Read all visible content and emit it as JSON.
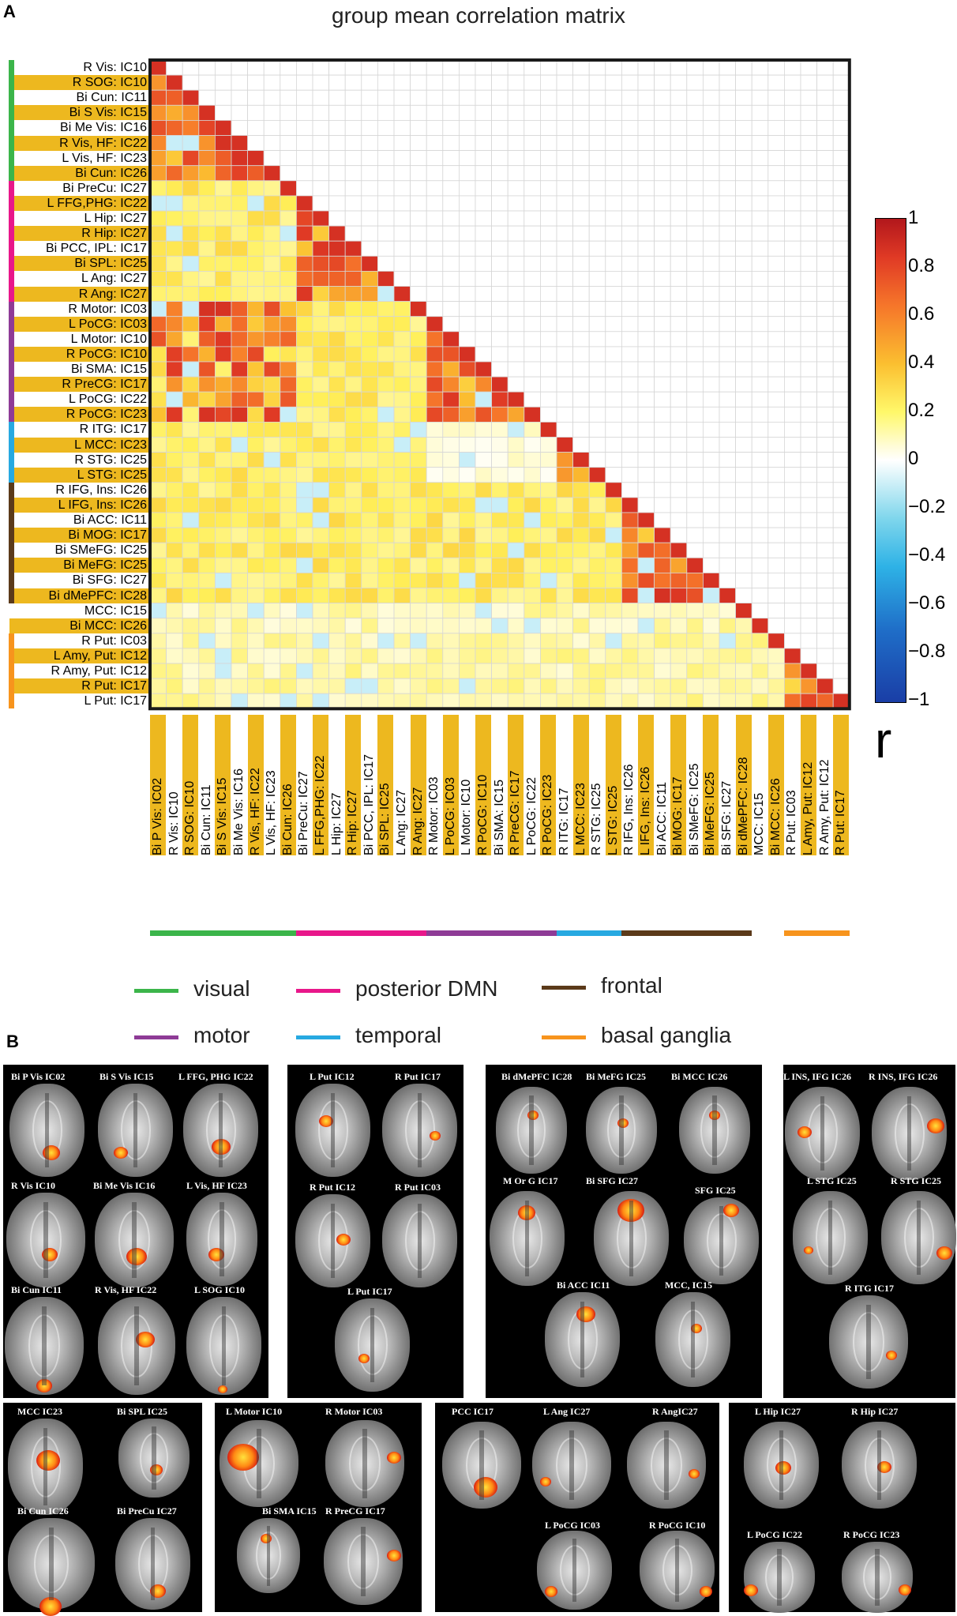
{
  "panel_a": {
    "letter": "A",
    "title": "group mean correlation matrix",
    "row_labels": [
      "R Vis: IC10",
      "R SOG: IC10",
      "Bi Cun: IC11",
      "Bi S Vis: IC15",
      "Bi Me Vis: IC16",
      "R Vis, HF: IC22",
      "L Vis, HF: IC23",
      "Bi Cun: IC26",
      "Bi PreCu: IC27",
      "L FFG,PHG: IC22",
      "L Hip: IC27",
      "R Hip: IC27",
      "Bi PCC, IPL: IC17",
      "Bi SPL: IC25",
      "L Ang: IC27",
      "R Ang: IC27",
      "R Motor: IC03",
      "L PoCG: IC03",
      "L Motor: IC10",
      "R PoCG: IC10",
      "Bi SMA: IC15",
      "R PreCG: IC17",
      "L PoCG: IC22",
      "R PoCG: IC23",
      "R ITG: IC17",
      "L MCC: IC23",
      "R STG: IC25",
      "L STG: IC25",
      "R IFG, Ins: IC26",
      "L IFG, Ins: IC26",
      "Bi ACC: IC11",
      "Bi MOG: IC17",
      "Bi SMeFG: IC25",
      "Bi MeFG: IC25",
      "Bi SFG: IC27",
      "Bi dMePFC: IC28",
      "MCC: IC15",
      "Bi MCC: IC26",
      "R Put: IC03",
      "L Amy, Put: IC12",
      "R Amy, Put: IC12",
      "R Put: IC17",
      "L Put: IC17"
    ],
    "col_labels": [
      "Bi P Vis: IC02",
      "R Vis: IC10",
      "R SOG: IC10",
      "Bi Cun: IC11",
      "Bi S Vis: IC15",
      "Bi Me Vis: IC16",
      "R Vis, HF: IC22",
      "L Vis, HF: IC23",
      "Bi Cun: IC26",
      "Bi PreCu: IC27",
      "L FFG,PHG: IC22",
      "L Hip: IC27",
      "R Hip: IC27",
      "Bi PCC, IPL: IC17",
      "Bi SPL: IC25",
      "L Ang: IC27",
      "R Ang: IC27",
      "R Motor: IC03",
      "L PoCG: IC03",
      "L Motor: IC10",
      "R PoCG: IC10",
      "Bi SMA: IC15",
      "R PreCG: IC17",
      "L PoCG: IC22",
      "R PoCG: IC23",
      "R ITG: IC17",
      "L MCC: IC23",
      "R STG: IC25",
      "L STG: IC25",
      "R IFG, Ins: IC26",
      "L IFG, Ins: IC26",
      "Bi ACC: IC11",
      "Bi MOG: IC17",
      "Bi SMeFG: IC25",
      "Bi MeFG: IC25",
      "Bi SFG: IC27",
      "Bi dMePFC: IC28",
      "MCC: IC15",
      "Bi MCC: IC26",
      "R Put: IC03",
      "L Amy, Put: IC12",
      "R Amy, Put: IC12",
      "R Put: IC17"
    ],
    "groups": [
      {
        "name": "visual",
        "color": "#3bb54a",
        "rows": [
          0,
          7
        ],
        "cols": [
          0,
          8
        ]
      },
      {
        "name": "posterior DMN",
        "color": "#e8178a",
        "rows": [
          8,
          15
        ],
        "cols": [
          9,
          16
        ]
      },
      {
        "name": "motor",
        "color": "#8e3b96",
        "rows": [
          16,
          23
        ],
        "cols": [
          17,
          24
        ]
      },
      {
        "name": "temporal",
        "color": "#27a9e1",
        "rows": [
          24,
          27
        ],
        "cols": [
          25,
          28
        ]
      },
      {
        "name": "frontal",
        "color": "#5b3a1a",
        "rows": [
          28,
          35
        ],
        "cols": [
          29,
          36
        ]
      },
      {
        "name": "basal ganglia",
        "color": "#f7941d",
        "rows": [
          38,
          42
        ],
        "cols": [
          39,
          42
        ]
      }
    ],
    "colorbar": {
      "ticks": [
        "1",
        "0.8",
        "0.6",
        "0.4",
        "0.2",
        "0",
        "−0.2",
        "−0.4",
        "−0.6",
        "−0.8",
        "−1"
      ],
      "label": "r",
      "range": [
        -1,
        1
      ]
    }
  },
  "legend": [
    {
      "label": "visual",
      "color": "#3bb54a"
    },
    {
      "label": "posterior DMN",
      "color": "#e8178a"
    },
    {
      "label": "frontal",
      "color": "#5b3a1a"
    },
    {
      "label": "motor",
      "color": "#8e3b96"
    },
    {
      "label": "temporal",
      "color": "#27a9e1"
    },
    {
      "label": "basal ganglia",
      "color": "#f7941d"
    }
  ],
  "panel_b": {
    "letter": "B",
    "labels": [
      "Bi P Vis IC02",
      "Bi S Vis IC15",
      "L FFG, PHG IC22",
      "R Vis IC10",
      "Bi Me Vis IC16",
      "L Vis, HF IC23",
      "Bi Cun IC11",
      "R Vis, HF IC22",
      "L SOG IC10",
      "L Put IC12",
      "R Put IC17",
      "R Put IC12",
      "R Put IC03",
      "L Put IC17",
      "Bi dMePFC IC28",
      "Bi MeFG IC25",
      "Bi  MCC IC26",
      "M Or G IC17",
      "Bi SFG IC27",
      "SFG IC25",
      "Bi ACC IC11",
      "MCC, IC15",
      "L INS, IFG IC26",
      "R INS, IFG IC26",
      "L STG IC25",
      "R STG IC25",
      "R ITG IC17",
      "MCC IC23",
      "Bi SPL IC25",
      "Bi Cun IC26",
      "Bi PreCu IC27",
      "L Motor IC10",
      "R Motor IC03",
      "Bi SMA IC15",
      "R PreCG IC17",
      "PCC IC17",
      "L Ang IC27",
      "R AngIC27",
      "L PoCG IC03",
      "R PoCG IC10",
      "L Hip IC27",
      "R Hip IC27",
      "L PoCG IC22",
      "R PoCG IC23"
    ]
  }
}
